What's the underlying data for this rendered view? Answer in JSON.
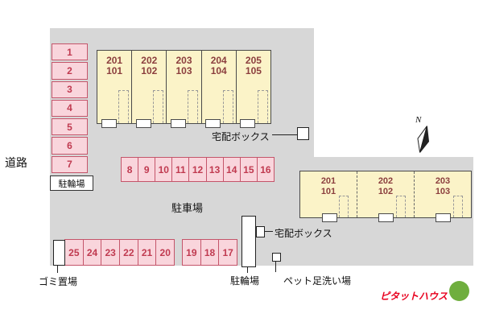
{
  "site": {
    "road_label": "道路",
    "parking_lot_label": "駐車場",
    "bike_left_label": "駐輪場",
    "bike_bottom_label": "駐輪場",
    "delivery_top_label": "宅配ボックス",
    "delivery_bottom_label": "宅配ボックス",
    "garbage_label": "ゴミ置場",
    "pet_wash_label": "ペット足洗い場",
    "compass_label": "N"
  },
  "building_top": {
    "units": [
      {
        "upper": "201",
        "lower": "101"
      },
      {
        "upper": "202",
        "lower": "102"
      },
      {
        "upper": "203",
        "lower": "103"
      },
      {
        "upper": "204",
        "lower": "104"
      },
      {
        "upper": "205",
        "lower": "105"
      }
    ]
  },
  "building_right": {
    "units": [
      {
        "upper": "201",
        "lower": "101"
      },
      {
        "upper": "202",
        "lower": "102"
      },
      {
        "upper": "203",
        "lower": "103"
      }
    ]
  },
  "parking": {
    "left_column": [
      "1",
      "2",
      "3",
      "4",
      "5",
      "6",
      "7"
    ],
    "middle_row": [
      "8",
      "9",
      "10",
      "11",
      "12",
      "13",
      "14",
      "15",
      "16"
    ],
    "bottom_row_a": [
      "25",
      "24",
      "23",
      "22",
      "21",
      "20"
    ],
    "bottom_row_b": [
      "19",
      "18",
      "17"
    ]
  },
  "logo": {
    "text": "ピタットハウス"
  },
  "colors": {
    "site_gray": "#d7d7d7",
    "parking_pink": "#f9d5dc",
    "parking_border": "#c4556a",
    "number_red": "#c03a50",
    "building_cream": "#fbf3c8",
    "unit_text": "#8b3e3e",
    "logo_red": "#e8001e",
    "logo_green": "#6fae3e"
  }
}
